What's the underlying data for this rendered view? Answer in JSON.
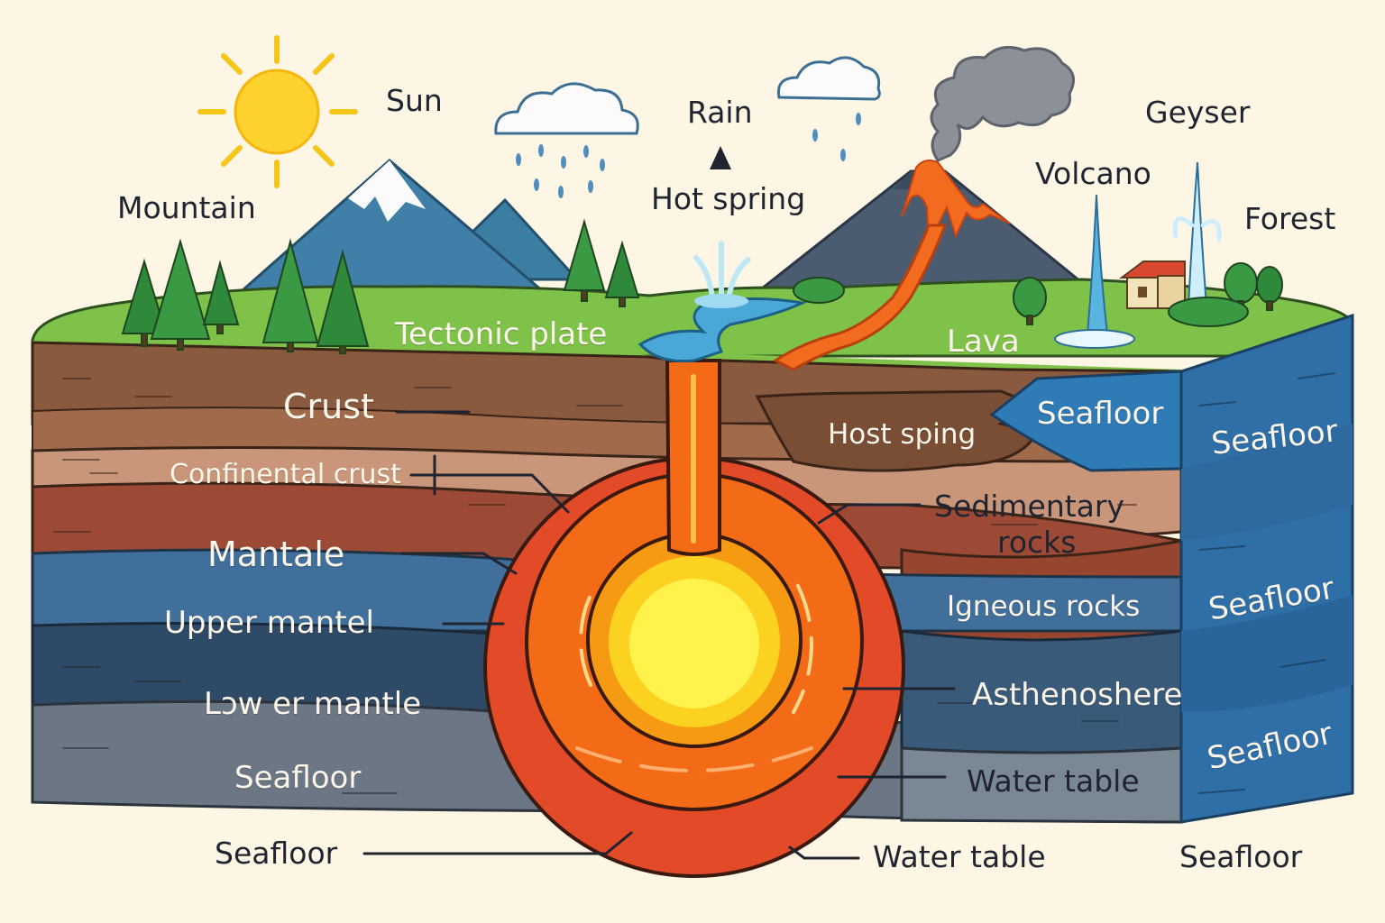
{
  "labels": {
    "sun": "Sun",
    "mountain": "Mountain",
    "rain": "Rain",
    "hot_spring": "Hot spring",
    "geyser": "Geyser",
    "volcano": "Volcano",
    "forest": "Forest",
    "tectonic_plate": "Tectonic plate",
    "lava": "Lava",
    "crust": "Crust",
    "continental_crust": "Confinental crust",
    "mantle": "Mantale",
    "upper_mantle": "Upper mantel",
    "lower_mantle": "Lɔw er mantle",
    "seafloor_left": "Seafloor",
    "seafloor_bottom_left": "Seafloor",
    "host_spring": "Host sping",
    "seafloor_top_right": "Seafloor",
    "seafloor_side_1": "Seafloor",
    "seafloor_side_2": "Seafloor",
    "seafloor_side_3": "Seafloor",
    "sedimentary_rocks_line1": "Sedimentary",
    "sedimentary_rocks_line2": "rocks",
    "igneous_rocks": "Igneous rocks",
    "asthenosphere": "Asthenoshere",
    "water_table_right": "Water table",
    "water_table_bottom": "Water table",
    "seafloor_bottom_right": "Seafloor"
  },
  "colors": {
    "background": "#fdf6e4",
    "grass": "#7ec24a",
    "crust_brown": "#8a5a3f",
    "continental_crust": "#c9967a",
    "mantle_red_brown": "#9c4a35",
    "upper_mantle_blue": "#3f6f9a",
    "lower_mantle_navy": "#2f4a66",
    "seafloor_gray": "#6b7784",
    "core_outer": "#e24a28",
    "core_middle": "#f36b16",
    "core_inner": "#ffe23a",
    "water": "#4aa8d8",
    "lava": "#f06a1c",
    "smoke": "#8a8f96",
    "sun": "#fdd22f"
  },
  "icons": [
    "sun-icon",
    "cloud-icon",
    "rain-icon",
    "mountain-icon",
    "tree-icon",
    "volcano-icon",
    "geyser-icon",
    "house-icon",
    "hot-spring-icon",
    "earth-core-icon"
  ]
}
